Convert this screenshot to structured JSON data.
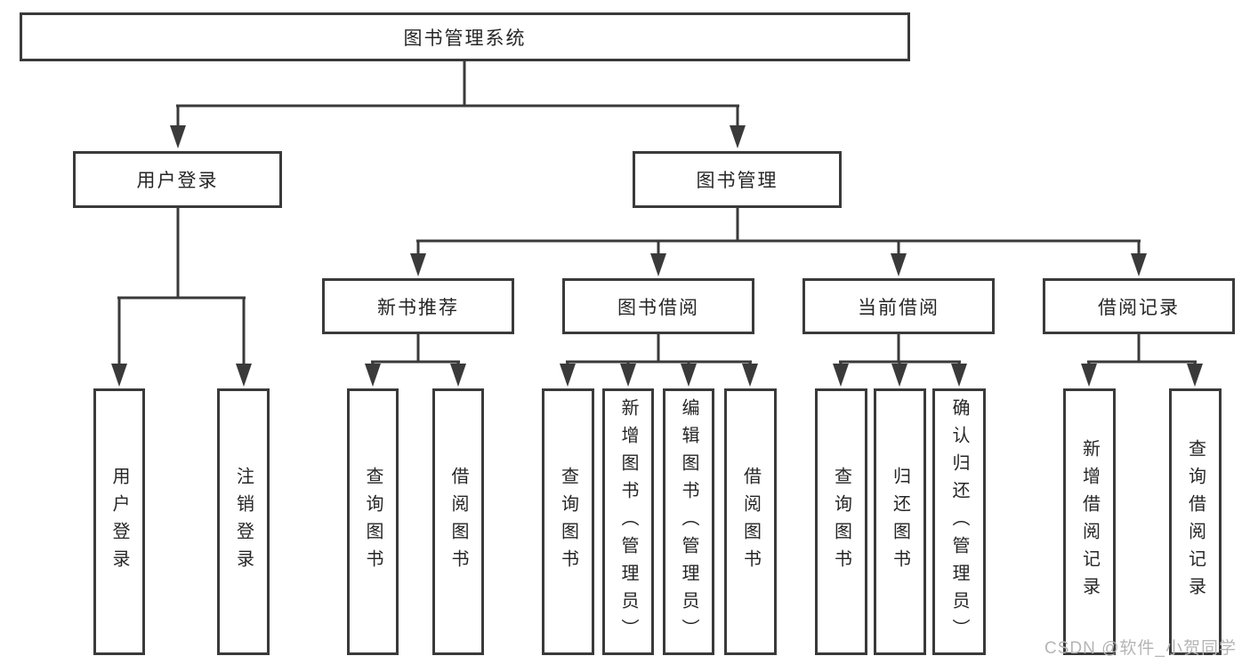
{
  "diagram": {
    "root": {
      "label": "图书管理系统"
    },
    "level2": [
      {
        "id": "user-login",
        "label": "用户登录"
      },
      {
        "id": "book-management",
        "label": "图书管理"
      }
    ],
    "level3": [
      {
        "id": "new-book-recommend",
        "label": "新书推荐"
      },
      {
        "id": "book-borrow",
        "label": "图书借阅"
      },
      {
        "id": "current-borrow",
        "label": "当前借阅"
      },
      {
        "id": "borrow-records",
        "label": "借阅记录"
      }
    ],
    "leaves": {
      "user_login": [
        "用户登录",
        "注销登录"
      ],
      "new_book_recommend": [
        "查询图书",
        "借阅图书"
      ],
      "book_borrow": [
        "查询图书",
        "新增图书（管理员）",
        "编辑图书（管理员）",
        "借阅图书"
      ],
      "current_borrow": [
        "查询图书",
        "归还图书",
        "确认归还（管理员）"
      ],
      "borrow_records": [
        "新增借阅记录",
        "查询借阅记录"
      ]
    }
  },
  "watermark": {
    "text": "CSDN @软件_小贺同学"
  },
  "colors": {
    "line": "#3a3a3a",
    "box_border": "#3a3a3a",
    "box_fill": "#ffffff",
    "text": "#262626",
    "watermark": "#b5b5b5",
    "background": "#ffffff"
  }
}
